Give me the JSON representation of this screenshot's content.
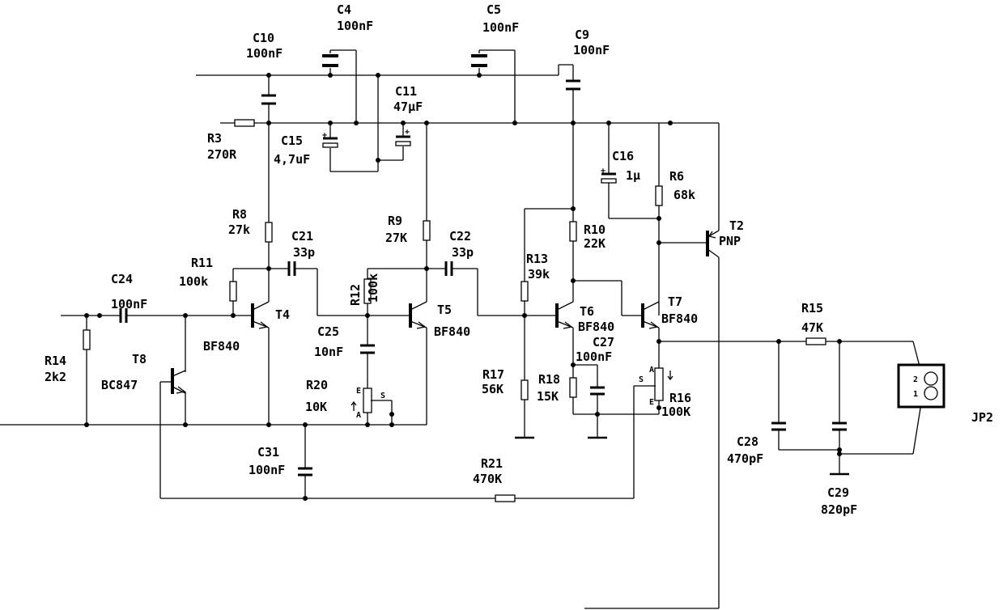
{
  "schematic": {
    "connector": {
      "ref": "JP2",
      "pin1": "1",
      "pin2": "2"
    },
    "components": [
      {
        "ref": "C10",
        "value": "100nF"
      },
      {
        "ref": "C4",
        "value": "100nF"
      },
      {
        "ref": "C5",
        "value": "100nF"
      },
      {
        "ref": "C9",
        "value": "100nF"
      },
      {
        "ref": "C11",
        "value": "47µF"
      },
      {
        "ref": "R3",
        "value": "270R"
      },
      {
        "ref": "C15",
        "value": "4,7uF"
      },
      {
        "ref": "C16",
        "value": "1µ"
      },
      {
        "ref": "R6",
        "value": "68k"
      },
      {
        "ref": "T2",
        "value": "PNP"
      },
      {
        "ref": "R8",
        "value": "27k"
      },
      {
        "ref": "C21",
        "value": "33p"
      },
      {
        "ref": "R9",
        "value": "27K"
      },
      {
        "ref": "C22",
        "value": "33p"
      },
      {
        "ref": "R10",
        "value": "22K"
      },
      {
        "ref": "R13",
        "value": "39k"
      },
      {
        "ref": "R11",
        "value": "100k"
      },
      {
        "ref": "R12",
        "value": "100k"
      },
      {
        "ref": "C24",
        "value": "100nF"
      },
      {
        "ref": "T4",
        "value": "BF840"
      },
      {
        "ref": "T5",
        "value": "BF840"
      },
      {
        "ref": "T6",
        "value": "BF840"
      },
      {
        "ref": "T7",
        "value": "BF840"
      },
      {
        "ref": "R14",
        "value": "2k2"
      },
      {
        "ref": "T8",
        "value": "BC847"
      },
      {
        "ref": "C25",
        "value": "10nF"
      },
      {
        "ref": "R20",
        "value": "10K"
      },
      {
        "ref": "C27",
        "value": "100nF"
      },
      {
        "ref": "R17",
        "value": "56K"
      },
      {
        "ref": "R18",
        "value": "15K"
      },
      {
        "ref": "R16",
        "value": "100K"
      },
      {
        "ref": "R15",
        "value": "47K"
      },
      {
        "ref": "C28",
        "value": "470pF"
      },
      {
        "ref": "C29",
        "value": "820pF"
      },
      {
        "ref": "C31",
        "value": "100nF"
      },
      {
        "ref": "R21",
        "value": "470K"
      }
    ],
    "pot_pin_labels": {
      "wiper": "S",
      "end_a": "A",
      "end_e": "E"
    },
    "cap_plus": "+"
  }
}
